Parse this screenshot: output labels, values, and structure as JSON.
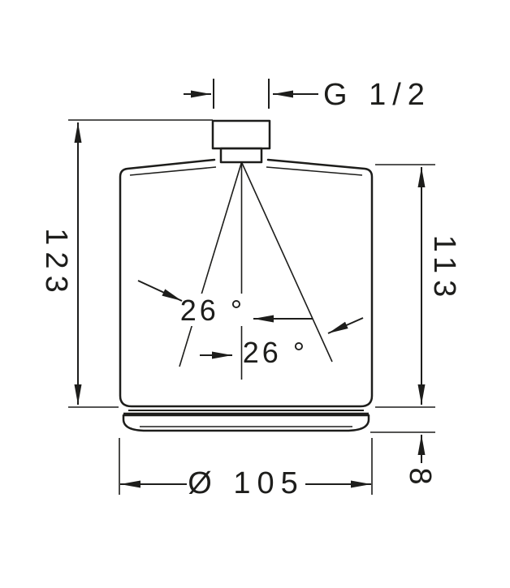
{
  "drawing": {
    "type": "technical-dimension-drawing",
    "subject": "overhead shower head, side elevation",
    "labels": {
      "thread": "G 1/2",
      "total_height": "123",
      "body_height": "113",
      "angle_left": "26 °",
      "angle_right": "26 °",
      "diameter": "Ø 105",
      "disc_height": "8"
    },
    "colors": {
      "line": "#1d1d1b",
      "background": "#ffffff"
    }
  }
}
